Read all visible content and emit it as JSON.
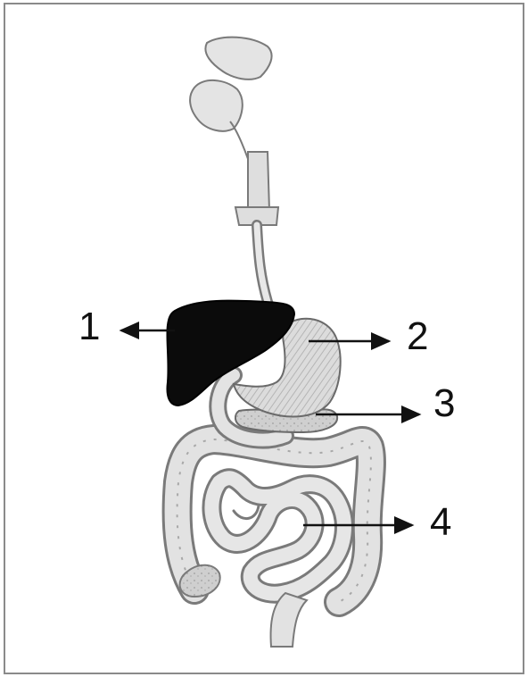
{
  "labels": [
    {
      "id": "1",
      "text": "1"
    },
    {
      "id": "2",
      "text": "2"
    },
    {
      "id": "3",
      "text": "3"
    },
    {
      "id": "4",
      "text": "4"
    }
  ],
  "colors": {
    "liver": "#0b0b0b",
    "organ_fill": "#d6d6d6",
    "organ_stroke": "#6a6a6a",
    "arrow": "#111111",
    "frame": "#8a8a8a"
  },
  "icons": [
    "pointer-arrow"
  ]
}
